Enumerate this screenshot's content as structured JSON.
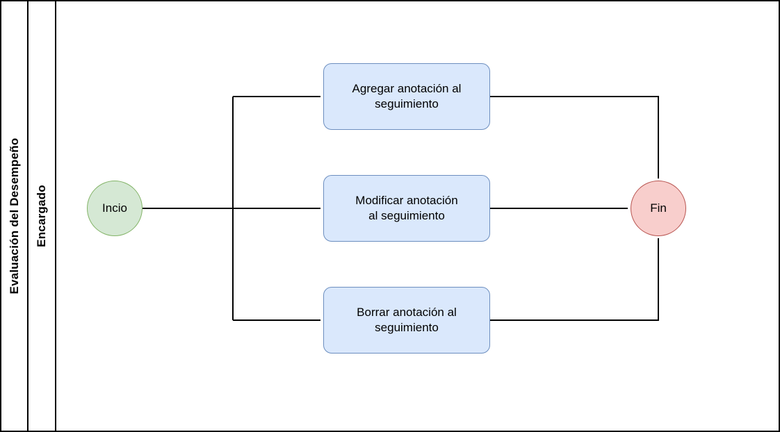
{
  "pool": {
    "title": "Evaluación del Desempeño"
  },
  "lane": {
    "title": "Encargado"
  },
  "start_node": {
    "label": "Incio",
    "fill": "#d5e8d4",
    "stroke": "#82b366"
  },
  "end_node": {
    "label": "Fin",
    "fill": "#f8cecc",
    "stroke": "#b85450"
  },
  "tasks": [
    {
      "label": "Agregar anotación al\nseguimiento",
      "fill": "#dae8fc",
      "stroke": "#6c8ebf"
    },
    {
      "label": "Modificar anotación\nal seguimiento",
      "fill": "#dae8fc",
      "stroke": "#6c8ebf"
    },
    {
      "label": "Borrar anotación al\nseguimiento",
      "fill": "#dae8fc",
      "stroke": "#6c8ebf"
    }
  ],
  "connectors": {
    "color": "#000000"
  }
}
